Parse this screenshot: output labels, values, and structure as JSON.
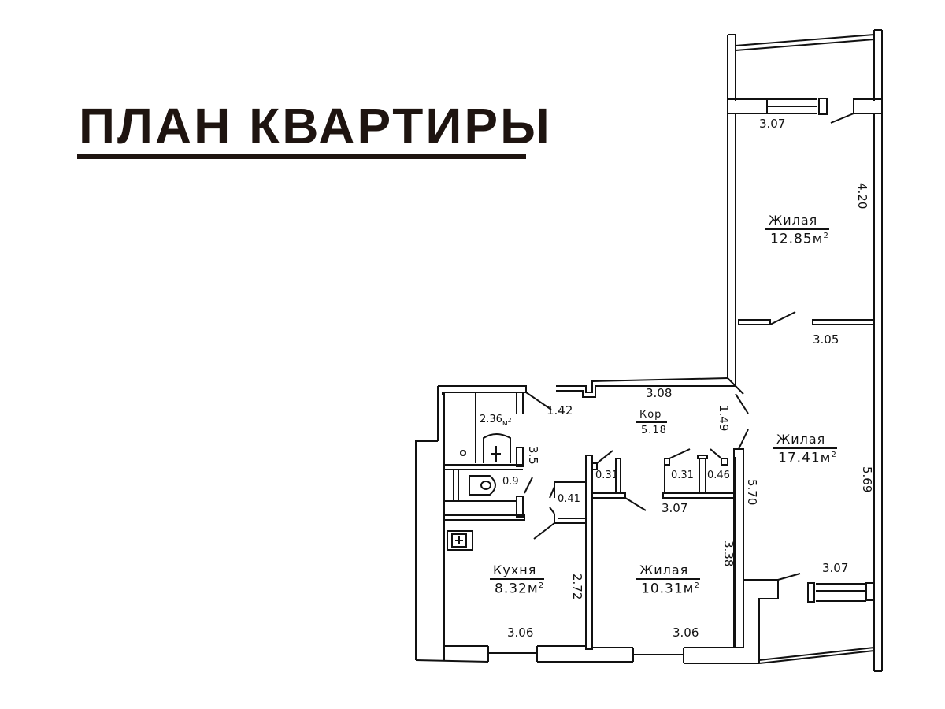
{
  "title": "ПЛАН КВАРТИРЫ",
  "plan": {
    "rooms": [
      {
        "id": "living-top",
        "name": "Жилая",
        "area": "12.85",
        "unit": "м",
        "unit_sup": "2"
      },
      {
        "id": "living-right",
        "name": "Жилая",
        "area": "17.41",
        "unit": "м",
        "unit_sup": "2"
      },
      {
        "id": "living-middle",
        "name": "Жилая",
        "area": "10.31",
        "unit": "м",
        "unit_sup": "2"
      },
      {
        "id": "kitchen",
        "name": "Кухня",
        "area": "8.32",
        "unit": "м",
        "unit_sup": "2"
      },
      {
        "id": "corridor",
        "name": "Кор",
        "area": "5.18"
      },
      {
        "id": "bathroom",
        "area": "2.36",
        "unit": "м",
        "unit_sup": "2"
      },
      {
        "id": "toilet",
        "area": "0.9"
      },
      {
        "id": "closet-kitchen",
        "area": "0.41"
      },
      {
        "id": "closet-left",
        "area": "0.31"
      },
      {
        "id": "closet-middle",
        "area": "0.31"
      },
      {
        "id": "closet-right",
        "area": "0.46"
      }
    ],
    "dimensions": {
      "top_balcony_width": "3.07",
      "top_room_length": "4.20",
      "top_room_width": "3.05",
      "corridor_width": "3.08",
      "corridor_length": "1.49",
      "hall_entry": "1.42",
      "bath_length": "3.5",
      "closets_width": "3.07",
      "right_room_length": "5.69",
      "right_room_inner": "5.70",
      "middle_room_length": "3.38",
      "kitchen_length": "2.72",
      "kitchen_width": "3.06",
      "middle_room_width": "3.06",
      "bottom_balcony_width": "3.07"
    }
  }
}
